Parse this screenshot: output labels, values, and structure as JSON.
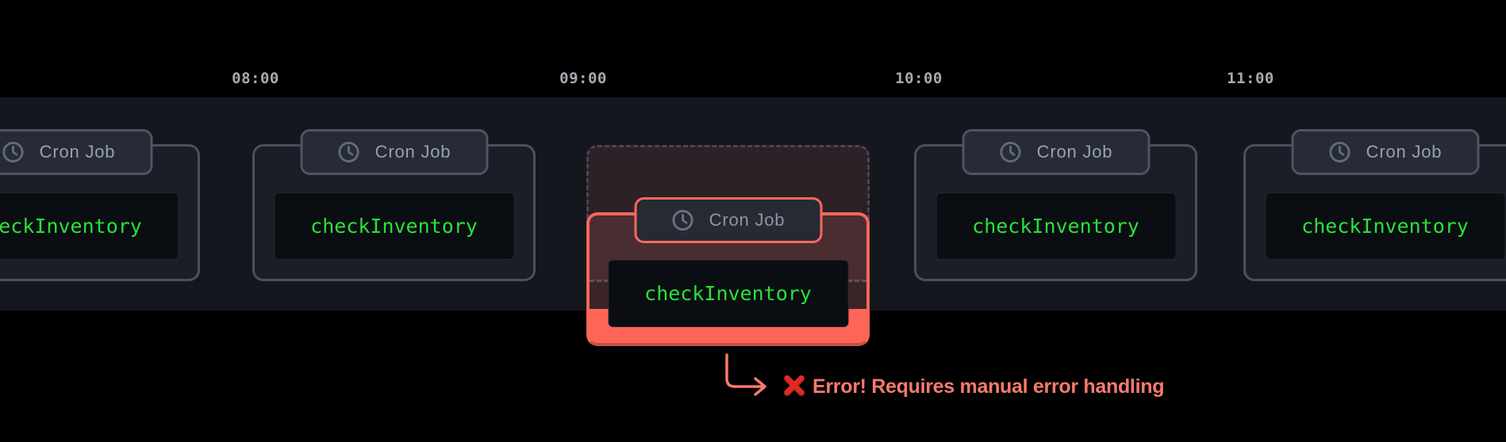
{
  "time_axis": {
    "labels": [
      "08:00",
      "09:00",
      "10:00",
      "11:00"
    ]
  },
  "cards": [
    {
      "tab_label": "Cron Job",
      "job_name": "checkInventory"
    },
    {
      "tab_label": "Cron Job",
      "job_name": "checkInventory"
    },
    {
      "tab_label": "Cron Job",
      "job_name": "checkInventory"
    },
    {
      "tab_label": "Cron Job",
      "job_name": "checkInventory"
    }
  ],
  "error_card": {
    "tab_label": "Cron Job",
    "job_name": "checkInventory",
    "message": "Error! Requires manual error handling"
  },
  "colors": {
    "background": "#000000",
    "band": "#14171d",
    "card_fill": "#1a1e26",
    "card_border": "#49505f",
    "tab_fill": "#262b35",
    "tab_text": "#98a0b0",
    "job_green": "#2ae138",
    "accent_salmon": "#f4675a",
    "salmon_fill": "#ff6557",
    "error_text": "#f87a6e",
    "x_mark_red": "#e02b24",
    "time_text": "#a6aab2"
  }
}
